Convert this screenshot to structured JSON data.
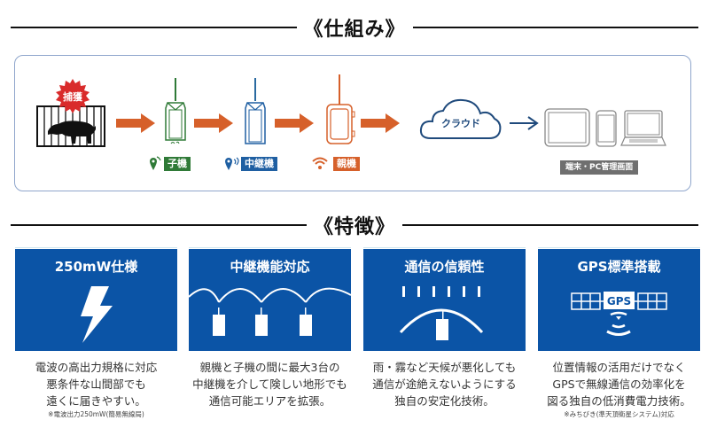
{
  "sections": {
    "mechanism_title": "《仕組み》",
    "features_title": "《特徴》"
  },
  "flow": {
    "capture_badge": "捕獲",
    "child_tag": "子機",
    "relay_tag": "中継機",
    "parent_tag": "親機",
    "cloud_label": "クラウド",
    "devices_tag": "端末・PC管理画面"
  },
  "colors": {
    "card_blue": "#0b54a6",
    "arrow_orange": "#d6602a",
    "child_green": "#2f7a37",
    "relay_blue": "#1f5fa2",
    "cloud_navy": "#1f4a7c"
  },
  "features": [
    {
      "title": "250mW仕様",
      "icon": "lightning-icon",
      "desc": [
        "電波の高出力規格に対応",
        "悪条件な山間部でも",
        "遠くに届きやすい。"
      ],
      "note": "※電波出力250mW(簡易無線局)"
    },
    {
      "title": "中継機能対応",
      "icon": "relay-network-icon",
      "desc": [
        "親機と子機の間に最大3台の",
        "中継機を介して険しい地形でも",
        "通信可能エリアを拡張。"
      ],
      "note": ""
    },
    {
      "title": "通信の信頼性",
      "icon": "rain-shield-icon",
      "desc": [
        "雨・霧など天候が悪化しても",
        "通信が途絶えないようにする",
        "独自の安定化技術。"
      ],
      "note": ""
    },
    {
      "title": "GPS標準搭載",
      "icon": "gps-satellite-icon",
      "satellite_label": "GPS",
      "desc": [
        "位置情報の活用だけでなく",
        "GPSで無線通信の効率化を",
        "図る独自の低消費電力技術。"
      ],
      "note": "※みちびき(準天頂衛星システム)対応"
    }
  ]
}
